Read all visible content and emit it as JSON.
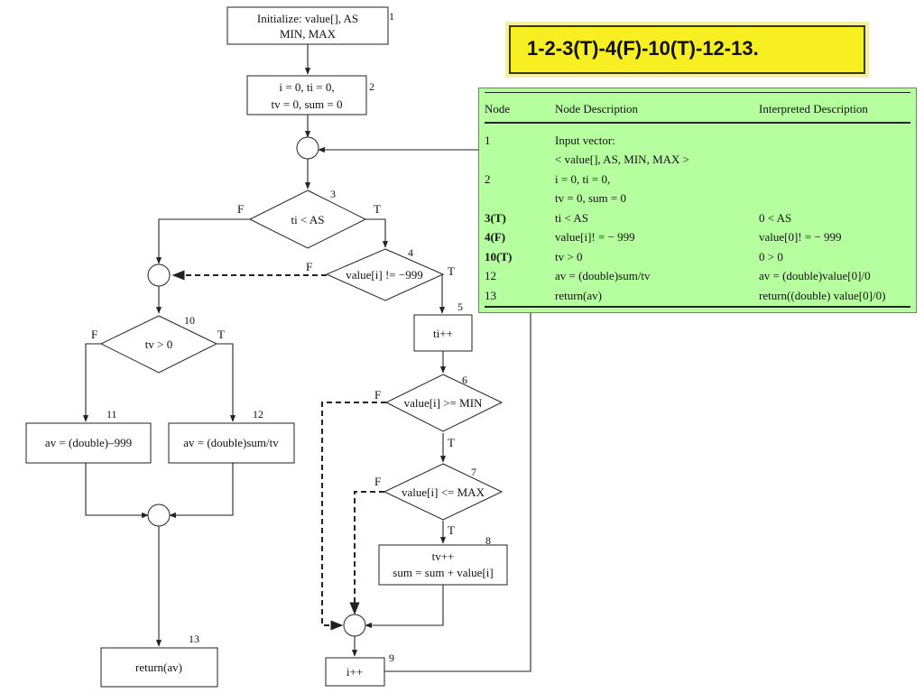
{
  "nodes": {
    "n1": {
      "line1": "Initialize: value[], AS",
      "line2": "MIN, MAX",
      "number": "1"
    },
    "n2": {
      "line1": "i = 0, ti = 0,",
      "line2": "tv = 0, sum = 0",
      "number": "2"
    },
    "n3": {
      "text": "ti < AS",
      "number": "3",
      "false_label": "F",
      "true_label": "T"
    },
    "n4": {
      "text": "value[i] != −999",
      "number": "4",
      "false_label": "F",
      "true_label": "T"
    },
    "n5": {
      "text": "ti++",
      "number": "5"
    },
    "n6": {
      "text": "value[i] >= MIN",
      "number": "6",
      "false_label": "F",
      "true_label": "T"
    },
    "n7": {
      "text": "value[i] <= MAX",
      "number": "7",
      "false_label": "F",
      "true_label": "T"
    },
    "n8": {
      "line1": "tv++",
      "line2": "sum = sum + value[i]",
      "number": "8"
    },
    "n9": {
      "text": "i++",
      "number": "9"
    },
    "n10": {
      "text": "tv > 0",
      "number": "10",
      "false_label": "F",
      "true_label": "T"
    },
    "n11": {
      "text": "av = (double)–999",
      "number": "11"
    },
    "n12": {
      "text": "av = (double)sum/tv",
      "number": "12"
    },
    "n13": {
      "text": "return(av)",
      "number": "13"
    }
  },
  "path_banner": {
    "text": "1-2-3(T)-4(F)-10(T)-12-13."
  },
  "description_table": {
    "headers": [
      "Node",
      "Node Description",
      "Interpreted Description"
    ],
    "rows": [
      {
        "node": "1",
        "description": "Input vector:",
        "interpreted": "",
        "bold": false
      },
      {
        "node": "",
        "description": "< value[], AS, MIN, MAX >",
        "interpreted": "",
        "bold": false
      },
      {
        "node": "2",
        "description": "i = 0, ti = 0,",
        "interpreted": "",
        "bold": false
      },
      {
        "node": "",
        "description": "tv = 0, sum = 0",
        "interpreted": "",
        "bold": false
      },
      {
        "node": "3(T)",
        "description": "ti < AS",
        "interpreted": "0 < AS",
        "bold": true
      },
      {
        "node": "4(F)",
        "description": "value[i]! = − 999",
        "interpreted": "value[0]! = − 999",
        "bold": true
      },
      {
        "node": "10(T)",
        "description": "tv > 0",
        "interpreted": "0 > 0",
        "bold": true
      },
      {
        "node": "12",
        "description": "av = (double)sum/tv",
        "interpreted": "av = (double)value[0]/0",
        "bold": false
      },
      {
        "node": "13",
        "description": "return(av)",
        "interpreted": "return((double) value[0]/0)",
        "bold": false
      }
    ]
  },
  "colors": {
    "banner_fill": "#f8ef23",
    "panel_fill": "#b6ff9f"
  }
}
